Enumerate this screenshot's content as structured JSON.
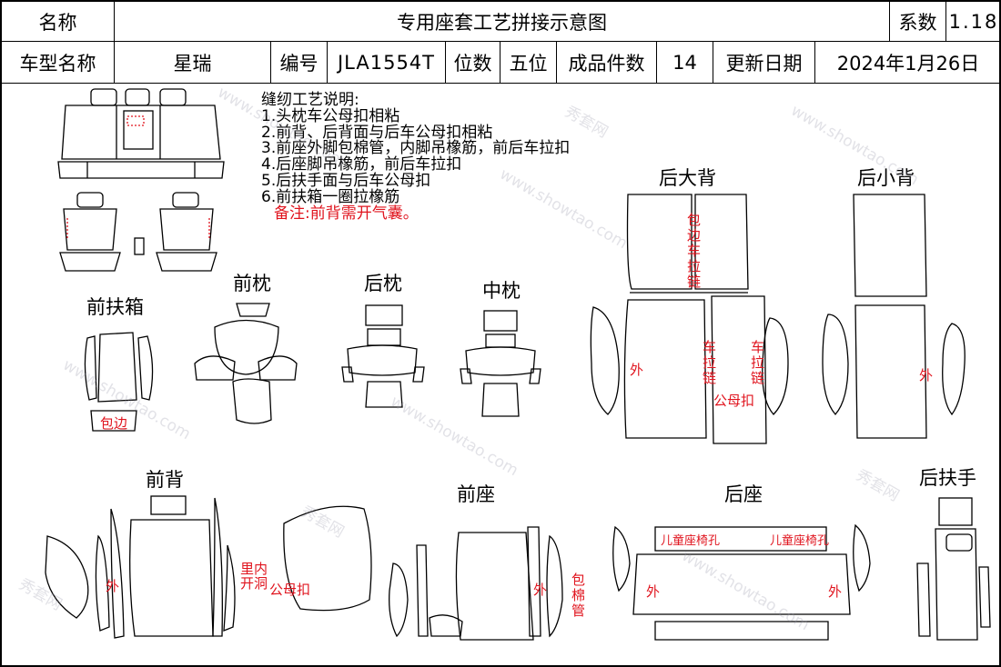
{
  "header": {
    "name_label": "名称",
    "title": "专用座套工艺拼接示意图",
    "coef_label": "系数",
    "coef_value": "1.18",
    "model_label": "车型名称",
    "model_value": "星瑞",
    "code_label": "编号",
    "code_value": "JLA1554T",
    "seats_label": "位数",
    "seats_value": "五位",
    "pieces_label": "成品件数",
    "pieces_value": "14",
    "date_label": "更新日期",
    "date_value": "2024年1月26日"
  },
  "notes": {
    "title": "缝纫工艺说明:",
    "items": [
      "1.头枕车公母扣相粘",
      "2.前背、后背面与后车公母扣相粘",
      "3.前座外脚包棉管，内脚吊橡筋，前后车拉扣",
      "4.后座脚吊橡筋，前后车拉扣",
      "5.后扶手面与后车公母扣",
      "6.前扶箱一圈拉橡筋"
    ],
    "remark": "备注:前背需开气囊。"
  },
  "sections": {
    "front_armbox": "前扶箱",
    "front_headrest": "前枕",
    "rear_headrest": "后枕",
    "middle_headrest": "中枕",
    "rear_big_back": "后大背",
    "rear_small_back": "后小背",
    "front_back": "前背",
    "front_seat": "前座",
    "rear_seat": "后座",
    "rear_armrest": "后扶手"
  },
  "annotations": {
    "wrap_edge": "包边",
    "wrap_edge_zip": "包边车拉链",
    "sew_zip": "车拉链",
    "snap": "公母扣",
    "outer": "外",
    "inner_hole": "里内开洞",
    "cotton_tube": "包棉管",
    "child_seat_hole": "儿童座椅孔"
  },
  "watermark": {
    "brand": "秀套网",
    "url": "www.showtao.com"
  }
}
